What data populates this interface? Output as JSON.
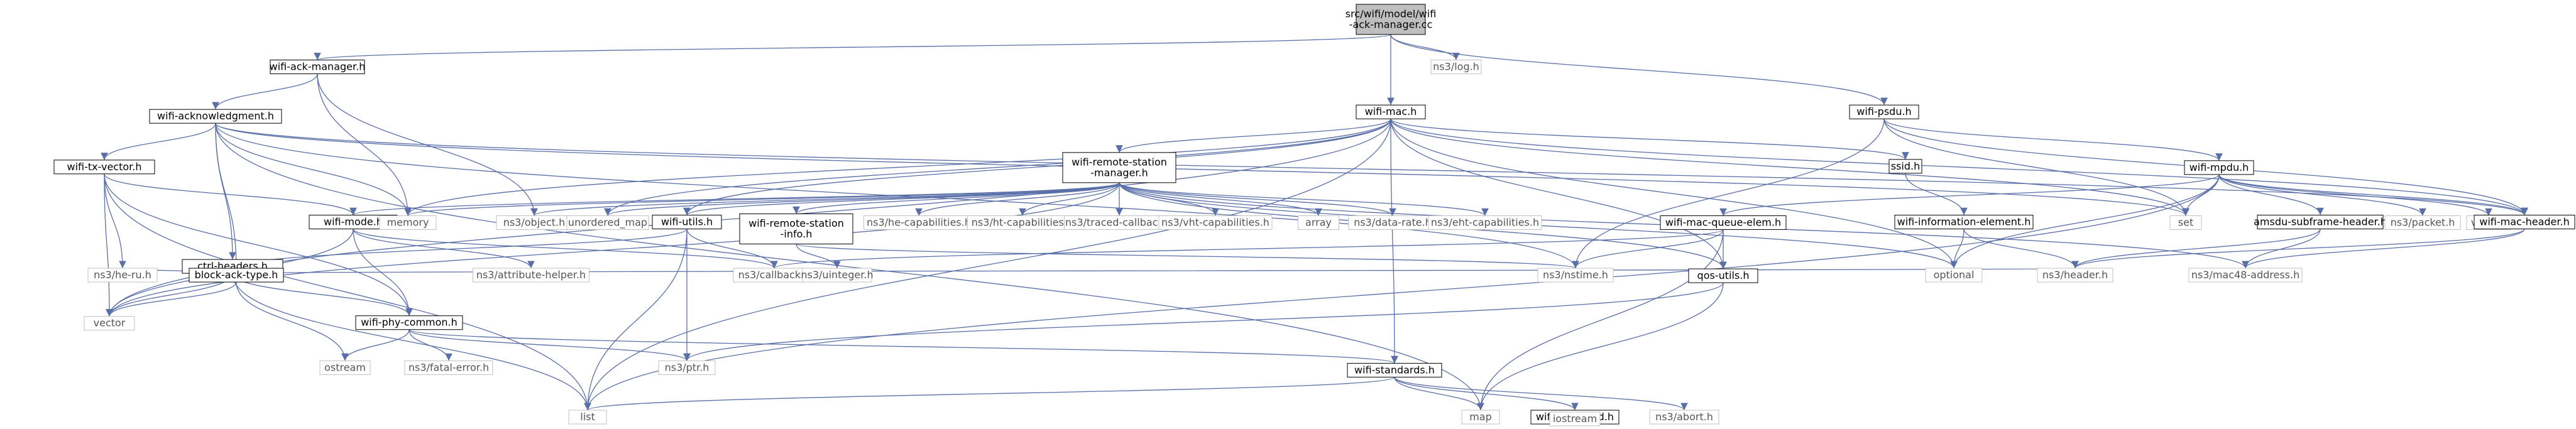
{
  "colors": {
    "edge": "#5a6fa8",
    "box_border": "#000000",
    "root_fill": "#bfbfbf",
    "ext_border": "#c0c0c0",
    "ext_text": "#555555",
    "text": "#000000"
  },
  "nodes": [
    {
      "id": "root",
      "lines": [
        "src/wifi/model/wifi",
        "-ack-manager.cc"
      ],
      "kind": "root"
    },
    {
      "id": "ack_manager",
      "lines": [
        "wifi-ack-manager.h"
      ],
      "kind": "file"
    },
    {
      "id": "log",
      "lines": [
        "ns3/log.h"
      ],
      "kind": "ext"
    },
    {
      "id": "mac",
      "lines": [
        "wifi-mac.h"
      ],
      "kind": "file"
    },
    {
      "id": "psdu",
      "lines": [
        "wifi-psdu.h"
      ],
      "kind": "file"
    },
    {
      "id": "acknowledgment",
      "lines": [
        "wifi-acknowledgment.h"
      ],
      "kind": "file"
    },
    {
      "id": "remote_manager",
      "lines": [
        "wifi-remote-station",
        "-manager.h"
      ],
      "kind": "file"
    },
    {
      "id": "ssid",
      "lines": [
        "ssid.h"
      ],
      "kind": "file"
    },
    {
      "id": "mpdu",
      "lines": [
        "wifi-mpdu.h"
      ],
      "kind": "file"
    },
    {
      "id": "tx_vector",
      "lines": [
        "wifi-tx-vector.h"
      ],
      "kind": "file"
    },
    {
      "id": "ctrl_headers",
      "lines": [
        "ctrl-headers.h"
      ],
      "kind": "file"
    },
    {
      "id": "wifi_mode",
      "lines": [
        "wifi-mode.h"
      ],
      "kind": "file"
    },
    {
      "id": "memory",
      "lines": [
        "memory"
      ],
      "kind": "ext"
    },
    {
      "id": "object",
      "lines": [
        "ns3/object.h"
      ],
      "kind": "ext"
    },
    {
      "id": "unordered_map",
      "lines": [
        "unordered_map"
      ],
      "kind": "ext"
    },
    {
      "id": "wifi_utils",
      "lines": [
        "wifi-utils.h"
      ],
      "kind": "file"
    },
    {
      "id": "remote_info",
      "lines": [
        "wifi-remote-station",
        "-info.h"
      ],
      "kind": "file"
    },
    {
      "id": "he_cap",
      "lines": [
        "ns3/he-capabilities.h"
      ],
      "kind": "ext"
    },
    {
      "id": "ht_cap",
      "lines": [
        "ns3/ht-capabilities.h"
      ],
      "kind": "ext"
    },
    {
      "id": "traced_cb",
      "lines": [
        "ns3/traced-callback.h"
      ],
      "kind": "ext"
    },
    {
      "id": "vht_cap",
      "lines": [
        "ns3/vht-capabilities.h"
      ],
      "kind": "ext"
    },
    {
      "id": "array",
      "lines": [
        "array"
      ],
      "kind": "ext"
    },
    {
      "id": "data_rate",
      "lines": [
        "ns3/data-rate.h"
      ],
      "kind": "ext"
    },
    {
      "id": "eht_cap",
      "lines": [
        "ns3/eht-capabilities.h"
      ],
      "kind": "ext"
    },
    {
      "id": "mac_queue_elem",
      "lines": [
        "wifi-mac-queue-elem.h"
      ],
      "kind": "file"
    },
    {
      "id": "info_elem",
      "lines": [
        "wifi-information-element.h"
      ],
      "kind": "file"
    },
    {
      "id": "set",
      "lines": [
        "set"
      ],
      "kind": "ext"
    },
    {
      "id": "amsdu",
      "lines": [
        "amsdu-subframe-header.h"
      ],
      "kind": "file"
    },
    {
      "id": "packet",
      "lines": [
        "ns3/packet.h"
      ],
      "kind": "ext"
    },
    {
      "id": "variant",
      "lines": [
        "variant"
      ],
      "kind": "ext"
    },
    {
      "id": "mac_header",
      "lines": [
        "wifi-mac-header.h"
      ],
      "kind": "file"
    },
    {
      "id": "he_ru",
      "lines": [
        "ns3/he-ru.h"
      ],
      "kind": "ext"
    },
    {
      "id": "block_ack_type",
      "lines": [
        "block-ack-type.h"
      ],
      "kind": "file"
    },
    {
      "id": "phy_common",
      "lines": [
        "wifi-phy-common.h"
      ],
      "kind": "file"
    },
    {
      "id": "callback",
      "lines": [
        "ns3/callback.h"
      ],
      "kind": "ext"
    },
    {
      "id": "attr_helper",
      "lines": [
        "ns3/attribute-helper.h"
      ],
      "kind": "ext"
    },
    {
      "id": "uinteger",
      "lines": [
        "ns3/uinteger.h"
      ],
      "kind": "ext"
    },
    {
      "id": "nstime",
      "lines": [
        "ns3/nstime.h"
      ],
      "kind": "ext"
    },
    {
      "id": "qos_utils",
      "lines": [
        "qos-utils.h"
      ],
      "kind": "file"
    },
    {
      "id": "optional",
      "lines": [
        "optional"
      ],
      "kind": "ext"
    },
    {
      "id": "header",
      "lines": [
        "ns3/header.h"
      ],
      "kind": "ext"
    },
    {
      "id": "mac48",
      "lines": [
        "ns3/mac48-address.h"
      ],
      "kind": "ext"
    },
    {
      "id": "vector",
      "lines": [
        "vector"
      ],
      "kind": "ext"
    },
    {
      "id": "ostream",
      "lines": [
        "ostream"
      ],
      "kind": "ext"
    },
    {
      "id": "fatal_error",
      "lines": [
        "ns3/fatal-error.h"
      ],
      "kind": "ext"
    },
    {
      "id": "ptr",
      "lines": [
        "ns3/ptr.h"
      ],
      "kind": "ext"
    },
    {
      "id": "standards",
      "lines": [
        "wifi-standards.h"
      ],
      "kind": "file"
    },
    {
      "id": "list",
      "lines": [
        "list"
      ],
      "kind": "ext"
    },
    {
      "id": "map",
      "lines": [
        "map"
      ],
      "kind": "ext"
    },
    {
      "id": "phy_band",
      "lines": [
        "wifi-phy-band.h"
      ],
      "kind": "file"
    },
    {
      "id": "abort",
      "lines": [
        "ns3/abort.h"
      ],
      "kind": "ext"
    },
    {
      "id": "iostream",
      "lines": [
        "iostream"
      ],
      "kind": "ext"
    }
  ],
  "edges": [
    [
      "root",
      "ack_manager"
    ],
    [
      "root",
      "log"
    ],
    [
      "root",
      "mac"
    ],
    [
      "root",
      "psdu"
    ],
    [
      "ack_manager",
      "acknowledgment"
    ],
    [
      "ack_manager",
      "memory"
    ],
    [
      "ack_manager",
      "object"
    ],
    [
      "acknowledgment",
      "tx_vector"
    ],
    [
      "acknowledgment",
      "ctrl_headers"
    ],
    [
      "acknowledgment",
      "memory"
    ],
    [
      "acknowledgment",
      "block_ack_type"
    ],
    [
      "acknowledgment",
      "nstime"
    ],
    [
      "acknowledgment",
      "mac_header"
    ],
    [
      "acknowledgment",
      "set"
    ],
    [
      "acknowledgment",
      "map"
    ],
    [
      "tx_vector",
      "wifi_mode"
    ],
    [
      "tx_vector",
      "phy_common"
    ],
    [
      "tx_vector",
      "he_ru"
    ],
    [
      "tx_vector",
      "vector"
    ],
    [
      "tx_vector",
      "list"
    ],
    [
      "ctrl_headers",
      "block_ack_type"
    ],
    [
      "ctrl_headers",
      "he_ru"
    ],
    [
      "ctrl_headers",
      "phy_common"
    ],
    [
      "ctrl_headers",
      "header"
    ],
    [
      "ctrl_headers",
      "vector"
    ],
    [
      "ctrl_headers",
      "list"
    ],
    [
      "wifi_mode",
      "phy_common"
    ],
    [
      "wifi_mode",
      "attr_helper"
    ],
    [
      "wifi_mode",
      "callback"
    ],
    [
      "wifi_mode",
      "vector"
    ],
    [
      "phy_common",
      "standards"
    ],
    [
      "phy_common",
      "ptr"
    ],
    [
      "phy_common",
      "fatal_error"
    ],
    [
      "phy_common",
      "ostream"
    ],
    [
      "block_ack_type",
      "vector"
    ],
    [
      "block_ack_type",
      "ostream"
    ],
    [
      "mac",
      "remote_manager"
    ],
    [
      "mac",
      "ssid"
    ],
    [
      "mac",
      "standards"
    ],
    [
      "mac",
      "qos_utils"
    ],
    [
      "mac",
      "optional"
    ],
    [
      "mac",
      "set"
    ],
    [
      "mac",
      "list"
    ],
    [
      "mac",
      "memory"
    ],
    [
      "mac",
      "unordered_map"
    ],
    [
      "mac",
      "wifi_utils"
    ],
    [
      "mac",
      "vector"
    ],
    [
      "mac",
      "mac_header"
    ],
    [
      "remote_manager",
      "wifi_mode"
    ],
    [
      "remote_manager",
      "memory"
    ],
    [
      "remote_manager",
      "object"
    ],
    [
      "remote_manager",
      "unordered_map"
    ],
    [
      "remote_manager",
      "wifi_utils"
    ],
    [
      "remote_manager",
      "remote_info"
    ],
    [
      "remote_manager",
      "he_cap"
    ],
    [
      "remote_manager",
      "ht_cap"
    ],
    [
      "remote_manager",
      "traced_cb"
    ],
    [
      "remote_manager",
      "vht_cap"
    ],
    [
      "remote_manager",
      "array"
    ],
    [
      "remote_manager",
      "data_rate"
    ],
    [
      "remote_manager",
      "eht_cap"
    ],
    [
      "remote_manager",
      "qos_utils"
    ],
    [
      "remote_manager",
      "mac48"
    ],
    [
      "remote_manager",
      "optional"
    ],
    [
      "remote_manager",
      "vector"
    ],
    [
      "wifi_utils",
      "block_ack_type"
    ],
    [
      "wifi_utils",
      "ptr"
    ],
    [
      "wifi_utils",
      "list"
    ],
    [
      "wifi_utils",
      "callback"
    ],
    [
      "remote_info",
      "uinteger"
    ],
    [
      "remote_info",
      "nstime"
    ],
    [
      "ssid",
      "info_elem"
    ],
    [
      "info_elem",
      "header"
    ],
    [
      "info_elem",
      "optional"
    ],
    [
      "psdu",
      "mpdu"
    ],
    [
      "psdu",
      "nstime"
    ],
    [
      "psdu",
      "mac_header"
    ],
    [
      "psdu",
      "set"
    ],
    [
      "mpdu",
      "mac_queue_elem"
    ],
    [
      "mpdu",
      "amsdu"
    ],
    [
      "mpdu",
      "mac_header"
    ],
    [
      "mpdu",
      "packet"
    ],
    [
      "mpdu",
      "variant"
    ],
    [
      "mpdu",
      "set"
    ],
    [
      "mpdu",
      "optional"
    ],
    [
      "mpdu",
      "list"
    ],
    [
      "mac_queue_elem",
      "qos_utils"
    ],
    [
      "mac_queue_elem",
      "nstime"
    ],
    [
      "mac_queue_elem",
      "callback"
    ],
    [
      "mac_queue_elem",
      "map"
    ],
    [
      "amsdu",
      "header"
    ],
    [
      "amsdu",
      "mac48"
    ],
    [
      "mac_header",
      "header"
    ],
    [
      "mac_header",
      "mac48"
    ],
    [
      "qos_utils",
      "ptr"
    ],
    [
      "qos_utils",
      "map"
    ],
    [
      "standards",
      "phy_band"
    ],
    [
      "standards",
      "abort"
    ],
    [
      "standards",
      "list"
    ],
    [
      "standards",
      "map"
    ],
    [
      "phy_band",
      "iostream"
    ]
  ]
}
